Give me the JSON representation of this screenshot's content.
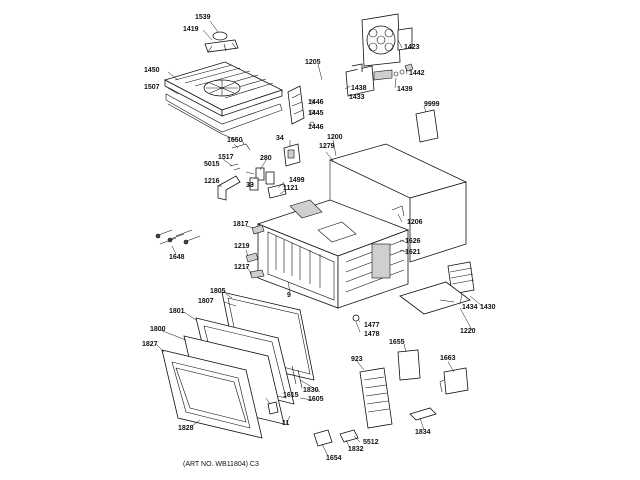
{
  "labels": {
    "l1539": "1539",
    "l1419": "1419",
    "l1450": "1450",
    "l1507": "1507",
    "l1423": "1423",
    "l1442": "1442",
    "l1205": "1205",
    "l1438": "1438",
    "l1433": "1433",
    "l1439": "1439",
    "l1446a": "1446",
    "l1445": "1445",
    "l1446b": "1446",
    "l9999": "9999",
    "l1650": "1650",
    "l34": "34",
    "l1200": "1200",
    "l1279": "1279",
    "l1517": "1517",
    "l5015": "5015",
    "l280": "280",
    "l1216": "1216",
    "l33": "33",
    "l1499": "1499",
    "l1121": "1121",
    "l1817": "1817",
    "l1206": "1206",
    "l1219": "1219",
    "l1626": "1626",
    "l1621": "1621",
    "l1648": "1648",
    "l1217": "1217",
    "l9": "9",
    "l1434": "1434",
    "l1430": "1430",
    "l1220": "1220",
    "l1805": "1805",
    "l1807": "1807",
    "l1801": "1801",
    "l1477": "1477",
    "l1478": "1478",
    "l1800": "1800",
    "l1827": "1827",
    "l1655": "1655",
    "l923": "923",
    "l1663": "1663",
    "l1830": "1830",
    "l1615": "1615",
    "l1605": "1605",
    "l1828": "1828",
    "l11": "11",
    "l1834": "1834",
    "l5512": "5512",
    "l1832": "1832",
    "l1654": "1654"
  },
  "footer": {
    "art_no": "(ART NO. WB11804) C3"
  }
}
